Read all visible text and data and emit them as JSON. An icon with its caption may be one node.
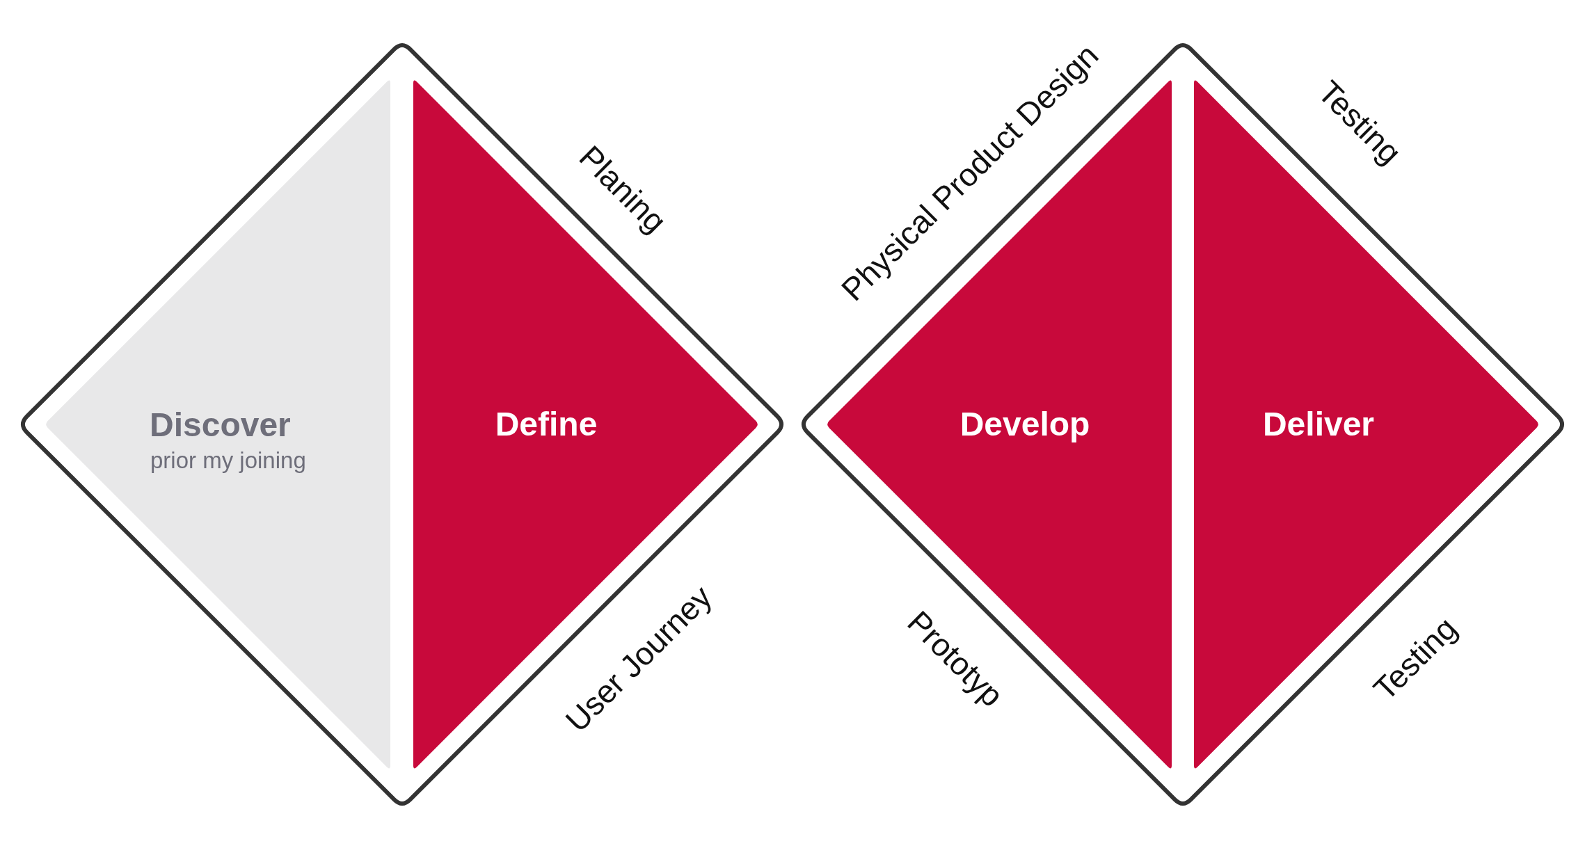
{
  "diagram": {
    "nodes": [
      {
        "text": [],
        "shape": "diamond"
      },
      {
        "text": [
          "Discover",
          "prior my joining"
        ],
        "in": 0
      },
      {
        "text": [
          "Define"
        ],
        "in": 0,
        "beside": [
          "Planing",
          "User Journey"
        ]
      },
      {
        "text": [],
        "shape": "diamond"
      },
      {
        "text": [
          "Develop"
        ],
        "in": 3,
        "beside": [
          "Physical Product Design",
          "Prototyp"
        ]
      },
      {
        "text": [
          "Deliver"
        ],
        "in": 3,
        "beside": [
          "Testing",
          "Testing"
        ]
      }
    ]
  }
}
